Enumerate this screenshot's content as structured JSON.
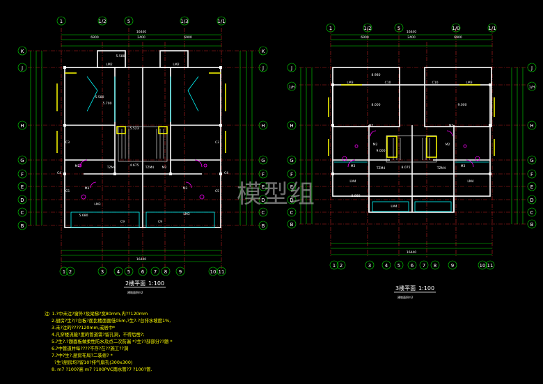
{
  "plans": [
    {
      "title": "2楼平面",
      "scale": "1:100",
      "subtitle": "建筑面积m2",
      "top_axes": [
        "1",
        "1/2",
        "5",
        "1/3",
        "1/1"
      ],
      "bottom_axes": [
        "1",
        "2",
        "3",
        "4",
        "5",
        "6",
        "7",
        "8",
        "9",
        "10",
        "11"
      ],
      "side_axes": [
        "K",
        "J",
        "H",
        "G",
        "F",
        "E",
        "D",
        "C",
        "B"
      ],
      "overall_dim": "16440",
      "sub_dims": [
        "6900",
        "2400",
        "6900"
      ],
      "room_tags": [
        "LM2",
        "LM2",
        "C3",
        "C3",
        "C4",
        "C4",
        "C5",
        "C5",
        "LM3",
        "LM3",
        "C9",
        "C9",
        "M2",
        "M2",
        "M3",
        "M3",
        "TZM4",
        "TZM4"
      ],
      "elevations": [
        "5.580",
        "5.700",
        "5.580",
        "5.523",
        "4.675",
        "5.680"
      ]
    },
    {
      "title": "3楼平面",
      "scale": "1:100",
      "subtitle": "建筑面积m2",
      "top_axes": [
        "1",
        "1/2",
        "5",
        "1/0",
        "1/1"
      ],
      "bottom_axes": [
        "1",
        "2",
        "3",
        "4",
        "5",
        "6",
        "7",
        "8",
        "9",
        "10",
        "11"
      ],
      "side_axes": [
        "J",
        "1/H",
        "H",
        "G",
        "F",
        "E",
        "D",
        "C",
        "B"
      ],
      "overall_dim": "16440",
      "sub_dims": [
        "6900",
        "2400",
        "6900"
      ],
      "room_tags": [
        "LM3",
        "C10",
        "LM3",
        "C10",
        "M7",
        "M7",
        "M2",
        "M2",
        "M3",
        "M3",
        "LM4",
        "LM4",
        "LM4",
        "TZM4",
        "TZM4"
      ],
      "elevations": [
        "8.980",
        "8.000",
        "9.000",
        "9.000",
        "8.075",
        "8.980"
      ]
    }
  ],
  "notes": [
    "注: 1.?中未注?窗外?及梁梯?宽80mm,内??120mm",
    "2.厨房?生?/?台板?面比楼面面低05m,?生?.?台排水坡度1%,",
    "3.未?注的????120mm,或居中*",
    "4.凡穿楼流能?度的管道需?留孔洞，不得后凿?;",
    "5.?生?.?题面板做柔性防水及点二次防漏 *?生??部部分??题 *",
    "6.?中管道井每????不存?在??施工??洞",
    "7.?中?生?.厨房布局?二装修? *",
    "?生?厨房均?留10?排气扇孔(300x300)",
    "8. m7 ?100?高  m7 ?100PVC雨水管?7 ?100?管."
  ],
  "watermark": "模型组",
  "colors": {
    "background": "#000000",
    "wall": "#ffffff",
    "grid": "#ff2020",
    "dimension": "#00ff00",
    "text": "#ffff00",
    "door": "#ff00ff",
    "cyan": "#00ffff"
  }
}
